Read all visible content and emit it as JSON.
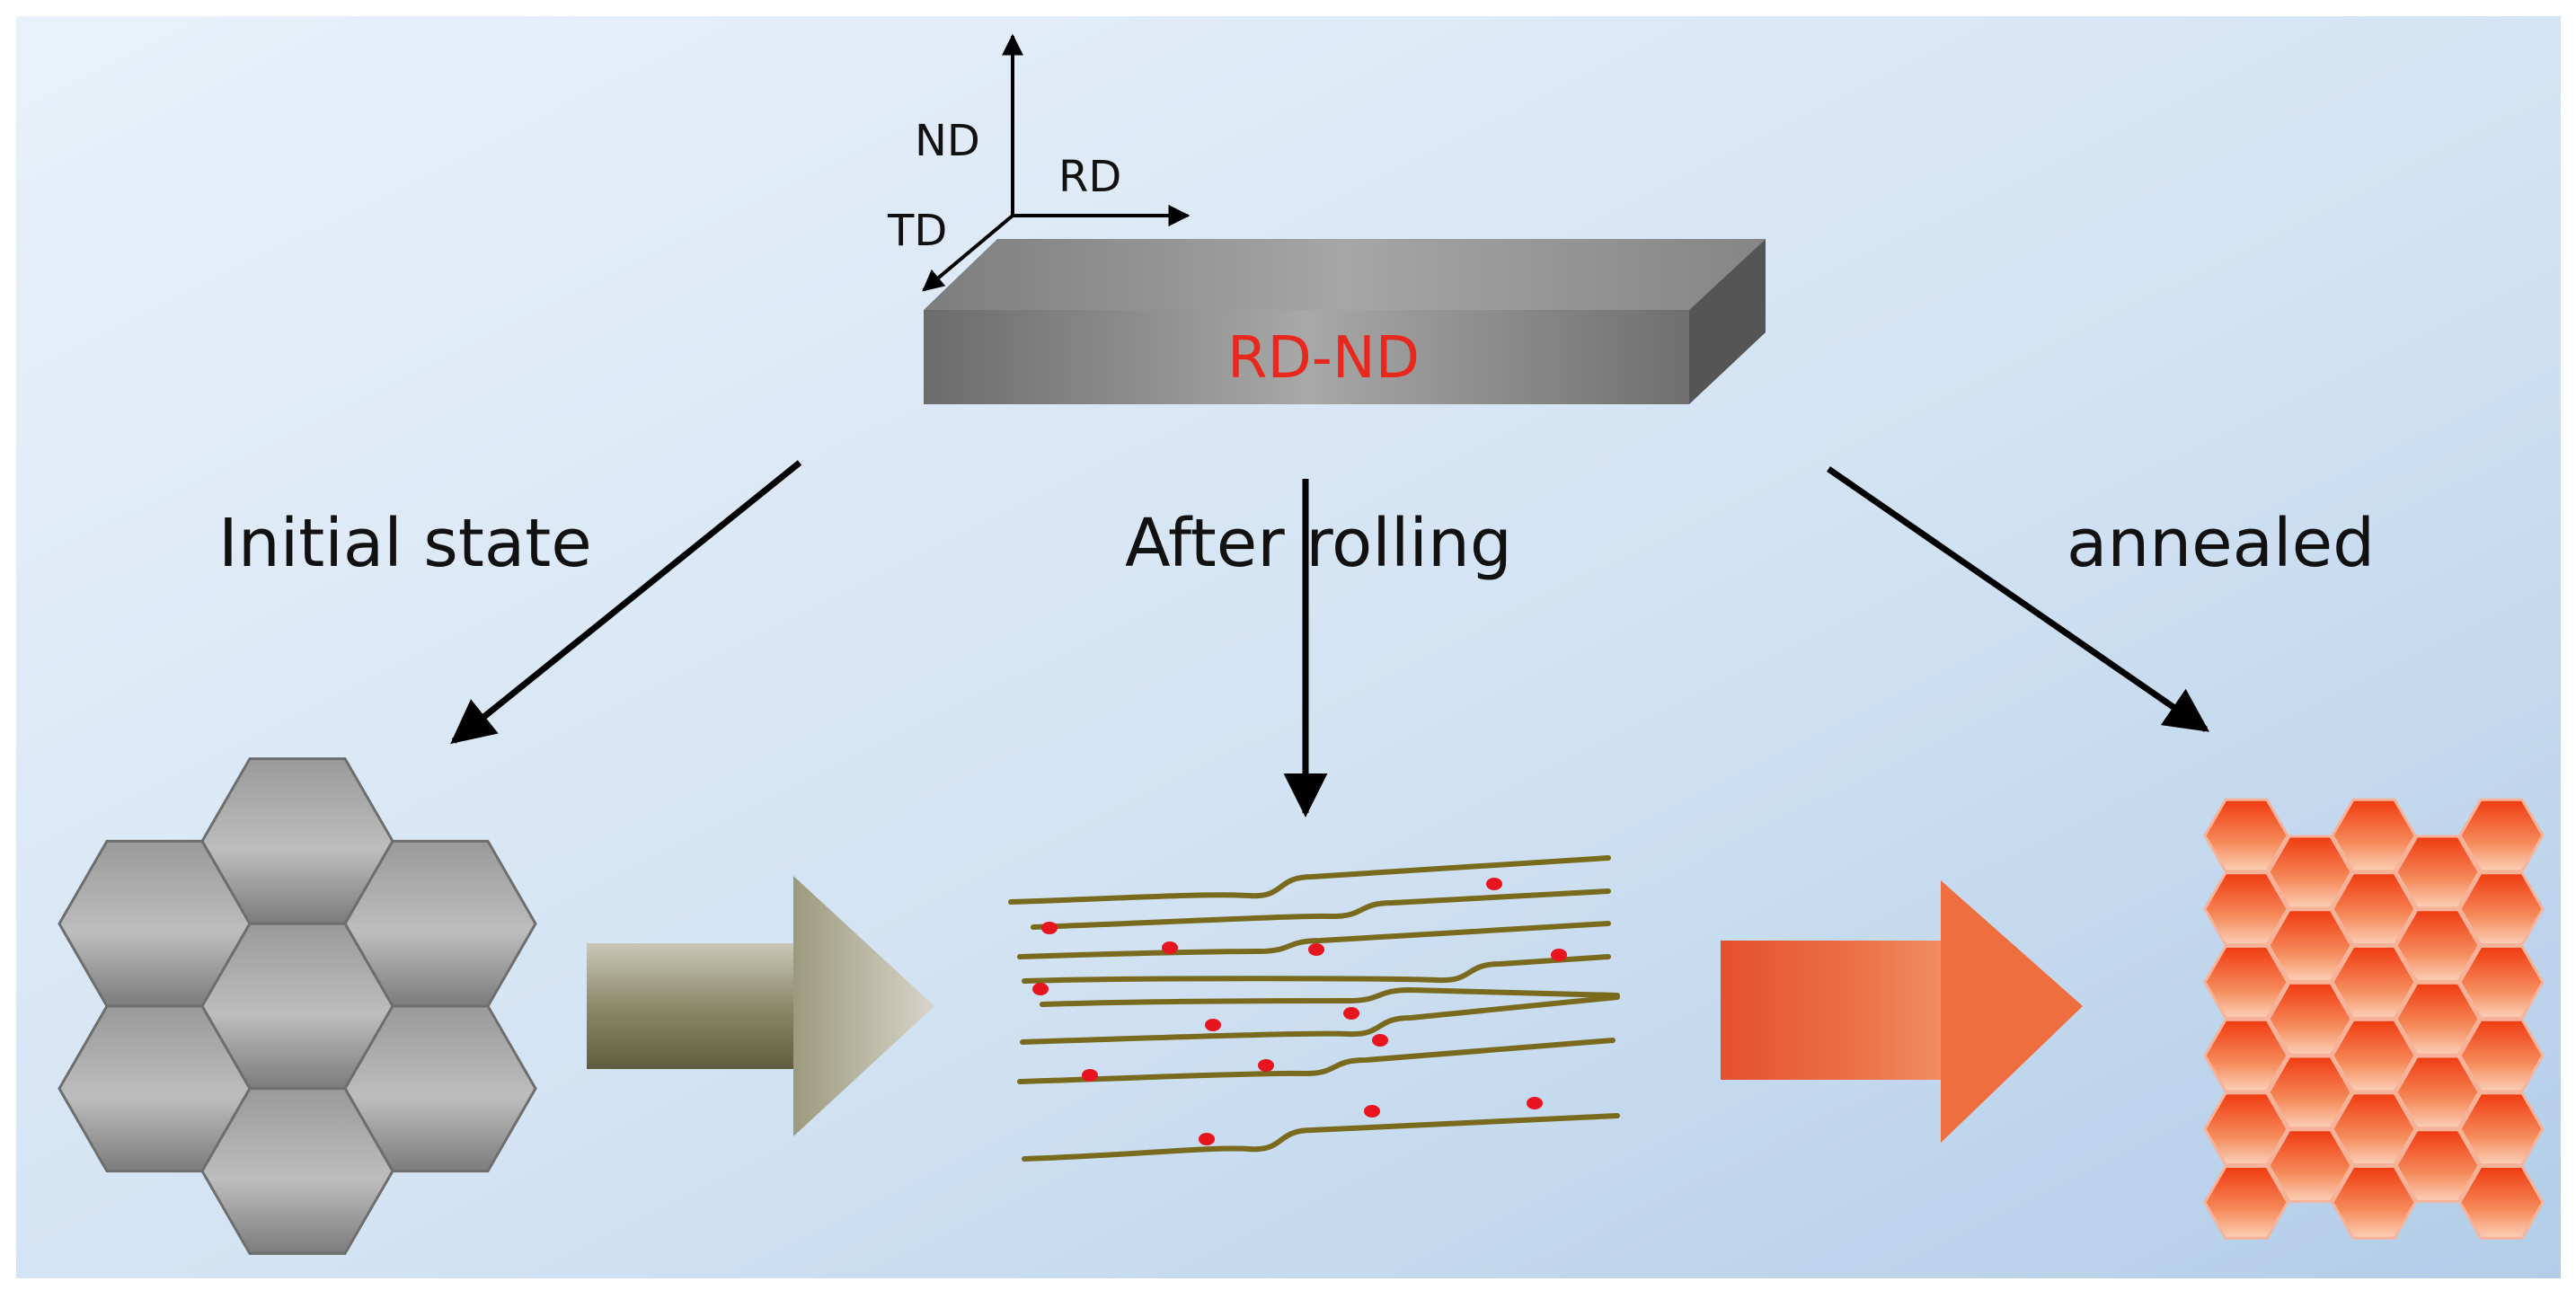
{
  "axes": {
    "nd": "ND",
    "rd": "RD",
    "td": "TD"
  },
  "slab": {
    "label": "RD-ND"
  },
  "stages": {
    "initial": "Initial state",
    "rolling": "After rolling",
    "annealed": "annealed"
  },
  "colors": {
    "background_left": "#e7f0f9",
    "background_right": "#b9d2ea",
    "slab": "#7b7b7b",
    "slab_label": "#e8271d",
    "grain_gray": "#8e8e8e",
    "grain_boundary": "#7a6a1e",
    "precipitate": "#e8141e",
    "arrow_olive": "#7a7858",
    "arrow_orange": "#e9562e",
    "grain_orange": "#f04a1e"
  }
}
